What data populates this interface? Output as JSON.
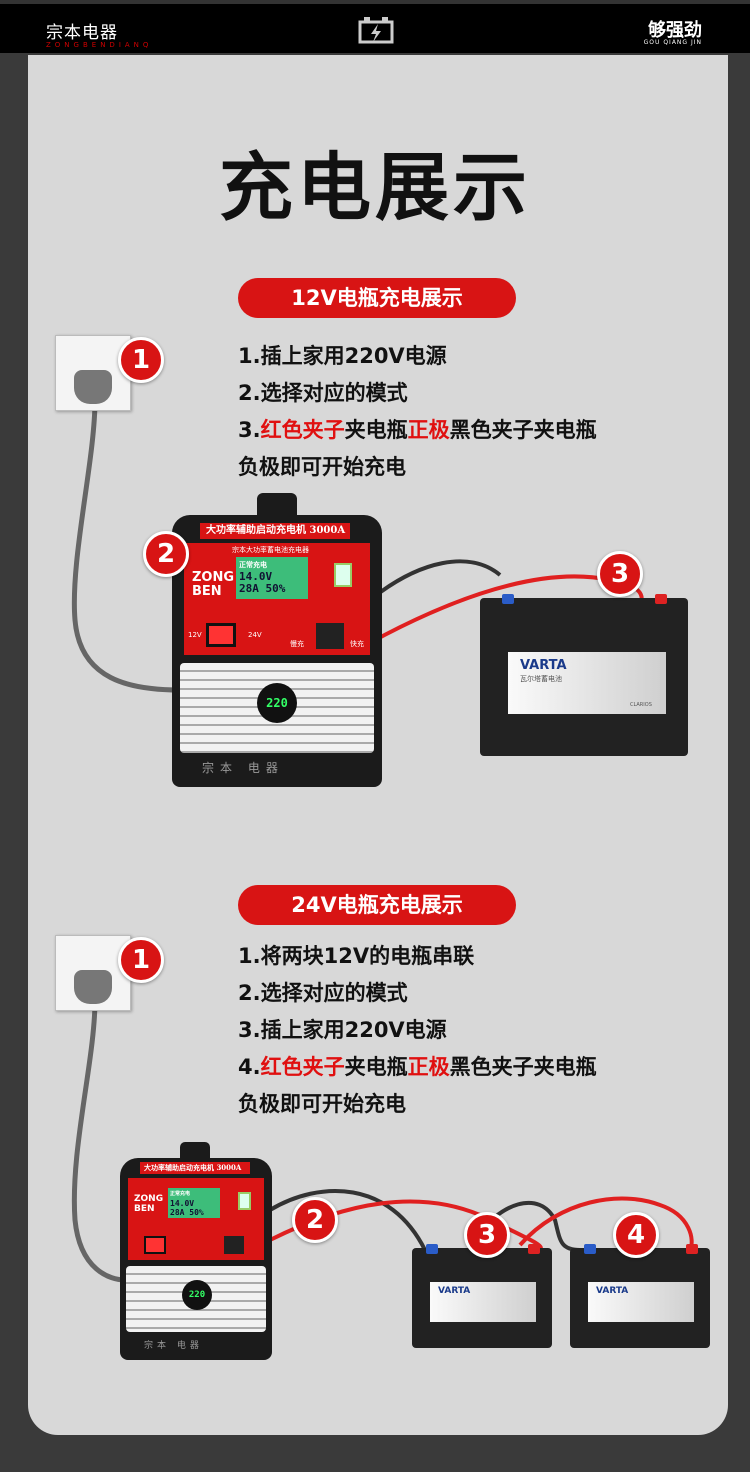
{
  "header": {
    "brand_cn": "宗本电器",
    "brand_en": "ZONGBENDIANQ",
    "slogan_cn": "够强劲",
    "slogan_en": "GOU  QIANG  JIN",
    "center_icon": "battery-charge-icon"
  },
  "title": "充电展示",
  "section12": {
    "heading": "12V电瓶充电展示",
    "steps": [
      "1.插上家用220V电源",
      "2.选择对应的模式"
    ],
    "step3": {
      "prefix": "3.",
      "red1": "红色夹子",
      "mid": "夹电瓶",
      "red2": "正极",
      "suffix": "黑色夹子夹电瓶",
      "line2": "负极即可开始充电"
    },
    "badges": [
      "1",
      "2",
      "3"
    ]
  },
  "section24": {
    "heading": "24V电瓶充电展示",
    "steps": [
      "1.将两块12V的电瓶串联",
      "2.选择对应的模式",
      "3.插上家用220V电源"
    ],
    "step4": {
      "prefix": "4.",
      "red1": "红色夹子",
      "mid": "夹电瓶",
      "red2": "正极",
      "suffix": "黑色夹子夹电瓶",
      "line2": "负极即可开始充电"
    },
    "badges": [
      "1",
      "2",
      "3",
      "4"
    ]
  },
  "charger": {
    "model": "大功率辅助启动充电机",
    "rating": "3000A",
    "subtitle": "宗本大功率蓄电池充电器",
    "brand1": "ZONG",
    "brand2": "BEN",
    "lcd_status": "正常充电",
    "voltage": "14.0V",
    "current": "28A",
    "percent": "50%",
    "mode12": "12V",
    "mode24": "24V",
    "slow": "慢充",
    "fast": "快充",
    "display": "220",
    "footer": "宗本  电器"
  },
  "battery": {
    "brand": "VARTA",
    "sub": "瓦尔塔蓄电池",
    "clarios": "CLARIOS"
  }
}
